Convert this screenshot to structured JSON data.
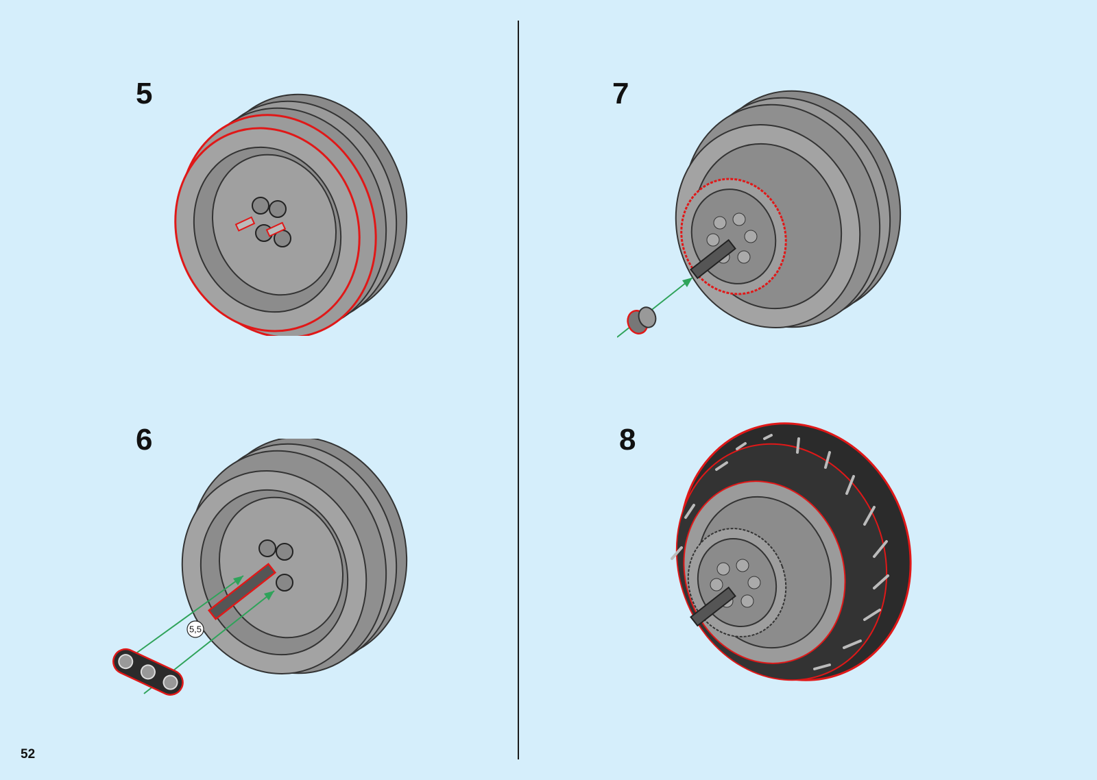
{
  "page_number": "52",
  "steps": [
    {
      "number": "5"
    },
    {
      "number": "6",
      "part_callout": "5,5"
    },
    {
      "number": "7"
    },
    {
      "number": "8"
    }
  ],
  "colors": {
    "background": "#d5eefb",
    "rim_grey": "#9b9b9b",
    "rim_dark": "#6e6e6e",
    "highlight_red": "#e01818",
    "arrow_green": "#2fa35a",
    "tire_black": "#2b2b2b"
  }
}
